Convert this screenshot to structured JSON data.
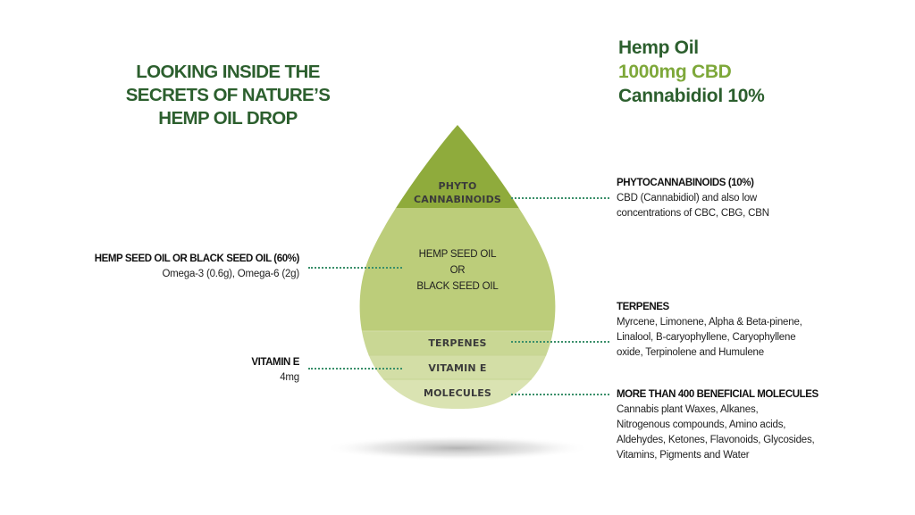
{
  "title_left": {
    "lines": [
      "LOOKING INSIDE THE",
      "SECRETS OF NATURE’S",
      "HEMP OIL DROP"
    ]
  },
  "title_right": {
    "line1": "Hemp Oil",
    "line2": "1000mg CBD",
    "line3": "Cannabidiol 10%"
  },
  "colors": {
    "title_green": "#2c5f2e",
    "accent_green": "#7ea83a",
    "band_phyto": "#8fab3c",
    "band_seed_oil": "#bccd7a",
    "band_terpenes": "#c9d794",
    "band_vitamin_e": "#d3dea6",
    "band_molecules": "#dae3b2",
    "dotted_line": "#3a8f6a"
  },
  "drop": {
    "bands": [
      {
        "id": "phyto",
        "lines": [
          "PHYTO",
          "CANNABINOIDS"
        ]
      },
      {
        "id": "seed_oil",
        "lines": [
          "HEMP SEED OIL",
          "OR",
          "BLACK SEED OIL"
        ]
      },
      {
        "id": "terpenes",
        "lines": [
          "TERPENES"
        ]
      },
      {
        "id": "vitamin_e",
        "lines": [
          "VITAMIN E"
        ]
      },
      {
        "id": "molecules",
        "lines": [
          "MOLECULES"
        ]
      }
    ]
  },
  "callouts": {
    "phyto": {
      "heading": "PHYTOCANNABINOIDS (10%)",
      "lines": [
        "CBD (Cannabidiol) and also low",
        "concentrations of CBC, CBG, CBN"
      ]
    },
    "seed_oil": {
      "heading": "HEMP SEED OIL OR BLACK SEED OIL (60%)",
      "lines": [
        "Omega-3 (0.6g), Omega-6 (2g)"
      ]
    },
    "terpenes": {
      "heading": "TERPENES",
      "lines": [
        "Myrcene, Limonene, Alpha & Beta-pinene,",
        "Linalool, B-caryophyllene, Caryophyllene",
        "oxide, Terpinolene and Humulene"
      ]
    },
    "vitamin_e": {
      "heading": "VITAMIN E",
      "lines": [
        "4mg"
      ]
    },
    "molecules": {
      "heading": "MORE THAN 400  BENEFICIAL MOLECULES",
      "lines": [
        "Cannabis plant Waxes, Alkanes,",
        "Nitrogenous compounds, Amino acids,",
        "Aldehydes, Ketones, Flavonoids, Glycosides,",
        "Vitamins, Pigments and Water"
      ]
    }
  }
}
